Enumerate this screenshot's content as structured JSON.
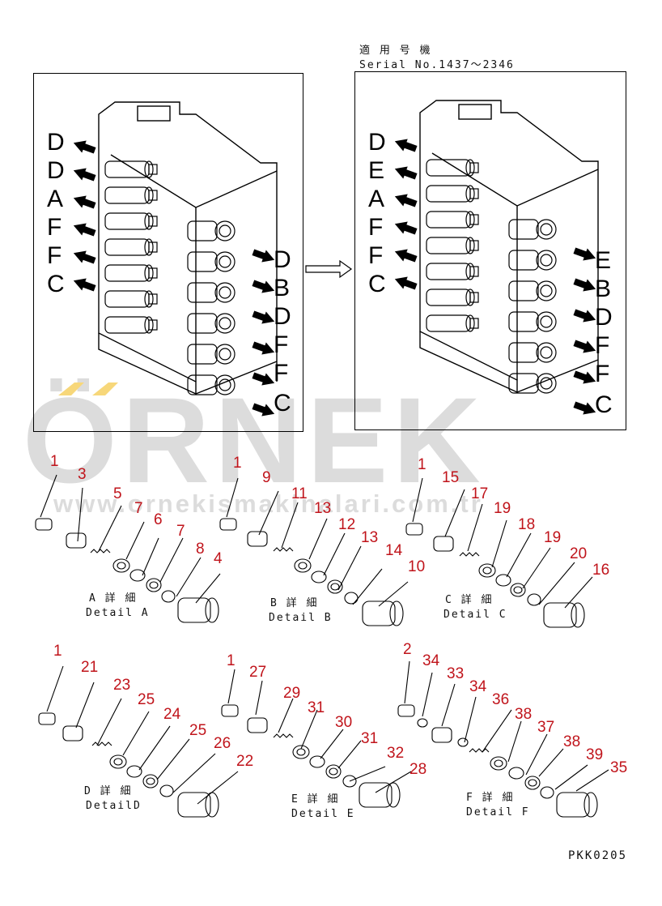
{
  "header": {
    "applicable_jp": "適 用 号 機",
    "serial": "Serial No.1437～2346"
  },
  "watermark": {
    "logo_text": "ÖRNEK",
    "url_text": "www.ornekismakinalari.com.tr",
    "accent_color": "#f7d77a",
    "text_color": "#dcdcdc"
  },
  "panel_left": {
    "left_letters": [
      "D",
      "D",
      "A",
      "F",
      "F",
      "C"
    ],
    "right_letters": [
      "D",
      "B",
      "D",
      "F",
      "F",
      "C"
    ]
  },
  "panel_right": {
    "left_letters": [
      "D",
      "E",
      "A",
      "F",
      "F",
      "C"
    ],
    "right_letters": [
      "E",
      "B",
      "D",
      "F",
      "F",
      "C"
    ]
  },
  "details": [
    {
      "jp": "A 詳 細",
      "en": "Detail A",
      "numbers": [
        "1",
        "3",
        "5",
        "7",
        "6",
        "7",
        "8",
        "4"
      ]
    },
    {
      "jp": "B 詳 細",
      "en": "Detail B",
      "numbers": [
        "1",
        "9",
        "11",
        "13",
        "12",
        "13",
        "14",
        "10"
      ]
    },
    {
      "jp": "C 詳 細",
      "en": "Detail C",
      "numbers": [
        "1",
        "15",
        "17",
        "19",
        "18",
        "19",
        "20",
        "16"
      ]
    },
    {
      "jp": "D 詳 細",
      "en": "DetailD",
      "numbers": [
        "1",
        "21",
        "23",
        "25",
        "24",
        "25",
        "26",
        "22"
      ]
    },
    {
      "jp": "E 詳 細",
      "en": "Detail E",
      "numbers": [
        "1",
        "27",
        "29",
        "31",
        "30",
        "31",
        "32",
        "28"
      ]
    },
    {
      "jp": "F 詳 細",
      "en": "Detail F",
      "numbers": [
        "2",
        "34",
        "33",
        "34",
        "36",
        "38",
        "37",
        "38",
        "39",
        "35"
      ]
    }
  ],
  "footer": {
    "code": "PKK0205"
  },
  "colors": {
    "callout": "#c0141b",
    "line": "#000000"
  }
}
